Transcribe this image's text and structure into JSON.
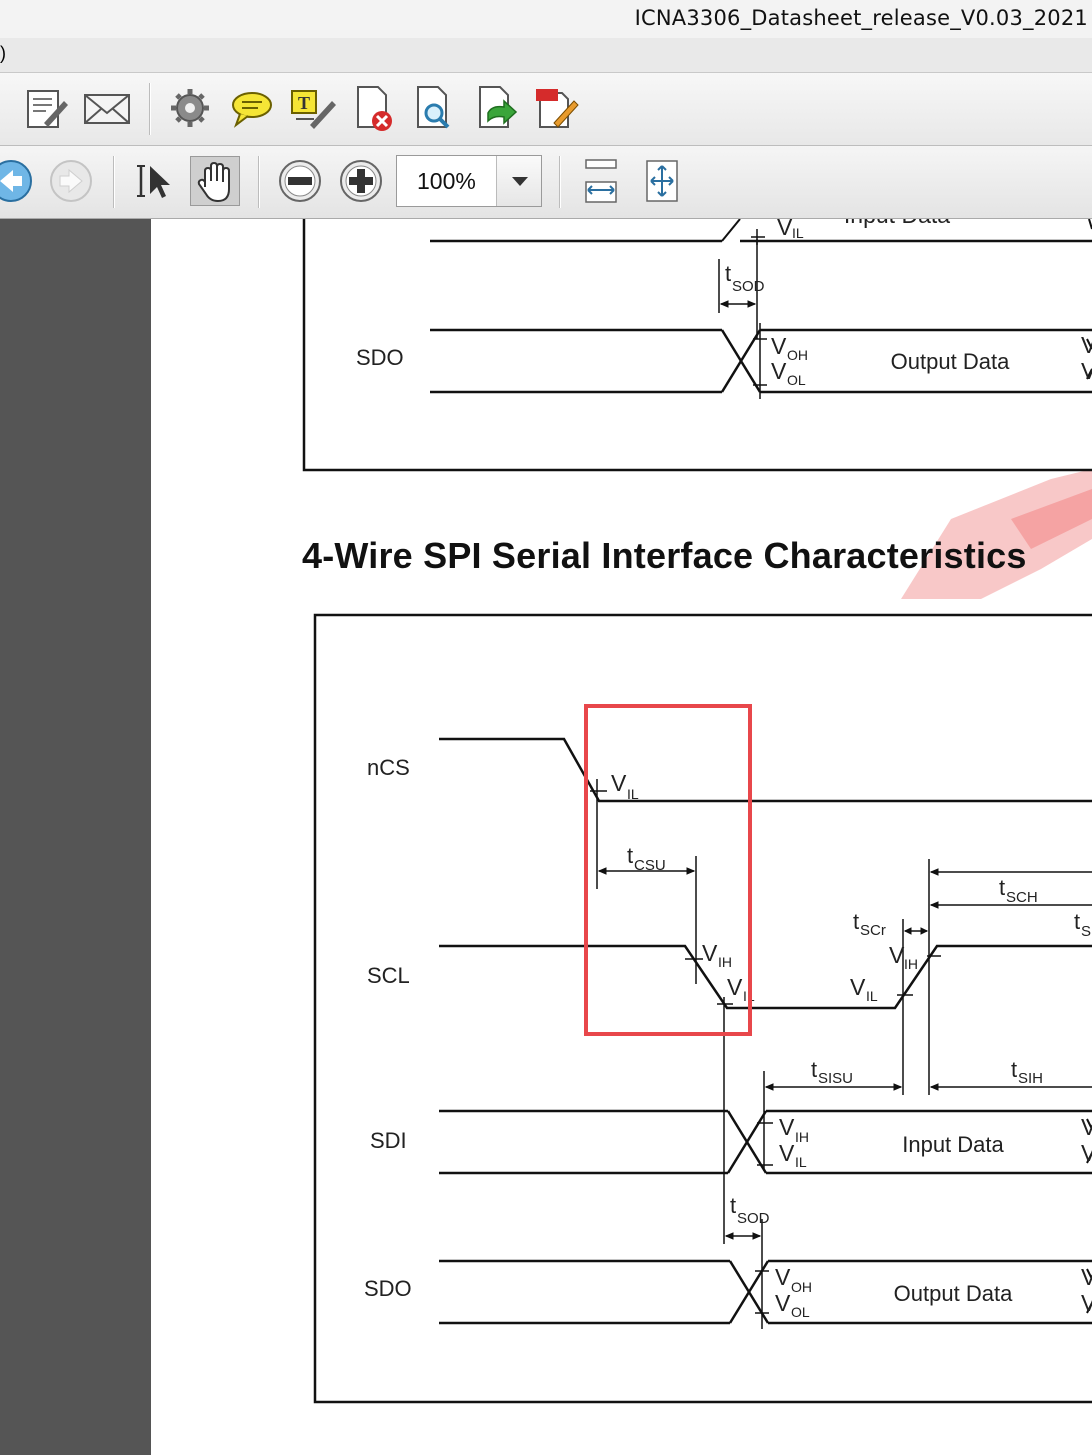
{
  "window": {
    "title": "ICNA3306_Datasheet_release_V0.03_2021"
  },
  "menubar": {
    "fragment": ")"
  },
  "toolbar": {
    "icons": [
      "edit-document-icon",
      "email-icon",
      "settings-icon",
      "comment-icon",
      "highlight-text-icon",
      "delete-file-icon",
      "search-file-icon",
      "export-file-icon",
      "redact-icon"
    ],
    "zoom": "100%"
  },
  "nav_toolbar": {
    "icons": [
      "back-icon",
      "forward-icon",
      "select-tool-icon",
      "hand-tool-icon",
      "zoom-out-icon",
      "zoom-in-icon",
      "fit-width-icon",
      "fit-page-icon"
    ]
  },
  "document": {
    "section_heading": "4-Wire SPI Serial Interface Characteristics",
    "top_diagram": {
      "labels": {
        "sdo": "SDO",
        "output_data": "Output Data",
        "partial_input_data": "Input Data",
        "v": "V",
        "il": "IL",
        "oh": "OH",
        "ol": "OL",
        "t": "t",
        "sod": "SOD"
      }
    },
    "main_diagram": {
      "labels": {
        "ncs": "nCS",
        "scl": "SCL",
        "sdi": "SDI",
        "sdo": "SDO",
        "input_data": "Input Data",
        "output_data": "Output Data",
        "v": "V",
        "t": "t",
        "il": "IL",
        "ih": "IH",
        "oh": "OH",
        "ol": "OL",
        "csu": "CSU",
        "scr": "SCr",
        "sch": "SCH",
        "s": "S",
        "sisu": "SISU",
        "sih": "SIH",
        "sod": "SOD"
      }
    },
    "colors": {
      "highlight_box": "#e8474b",
      "watermark": "#f07070"
    }
  }
}
